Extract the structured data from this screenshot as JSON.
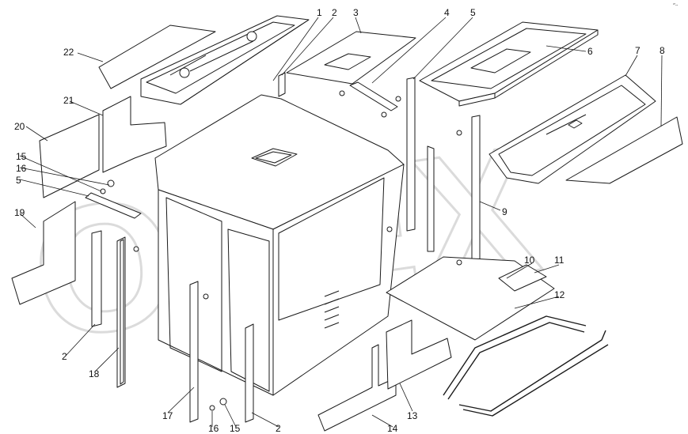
{
  "diagram": {
    "corner_mark": "°'--",
    "watermark": "OPEX",
    "callouts": [
      "1",
      "2",
      "3",
      "4",
      "5",
      "6",
      "7",
      "8",
      "9",
      "10",
      "11",
      "12",
      "13",
      "14",
      "15",
      "16",
      "17",
      "18",
      "19",
      "20",
      "21",
      "22",
      "2",
      "5",
      "15",
      "16",
      "2"
    ]
  },
  "colors": {
    "line": "#1a1a1a",
    "panel_fill": "#ffffff",
    "watermark": "#cfcfcf"
  }
}
